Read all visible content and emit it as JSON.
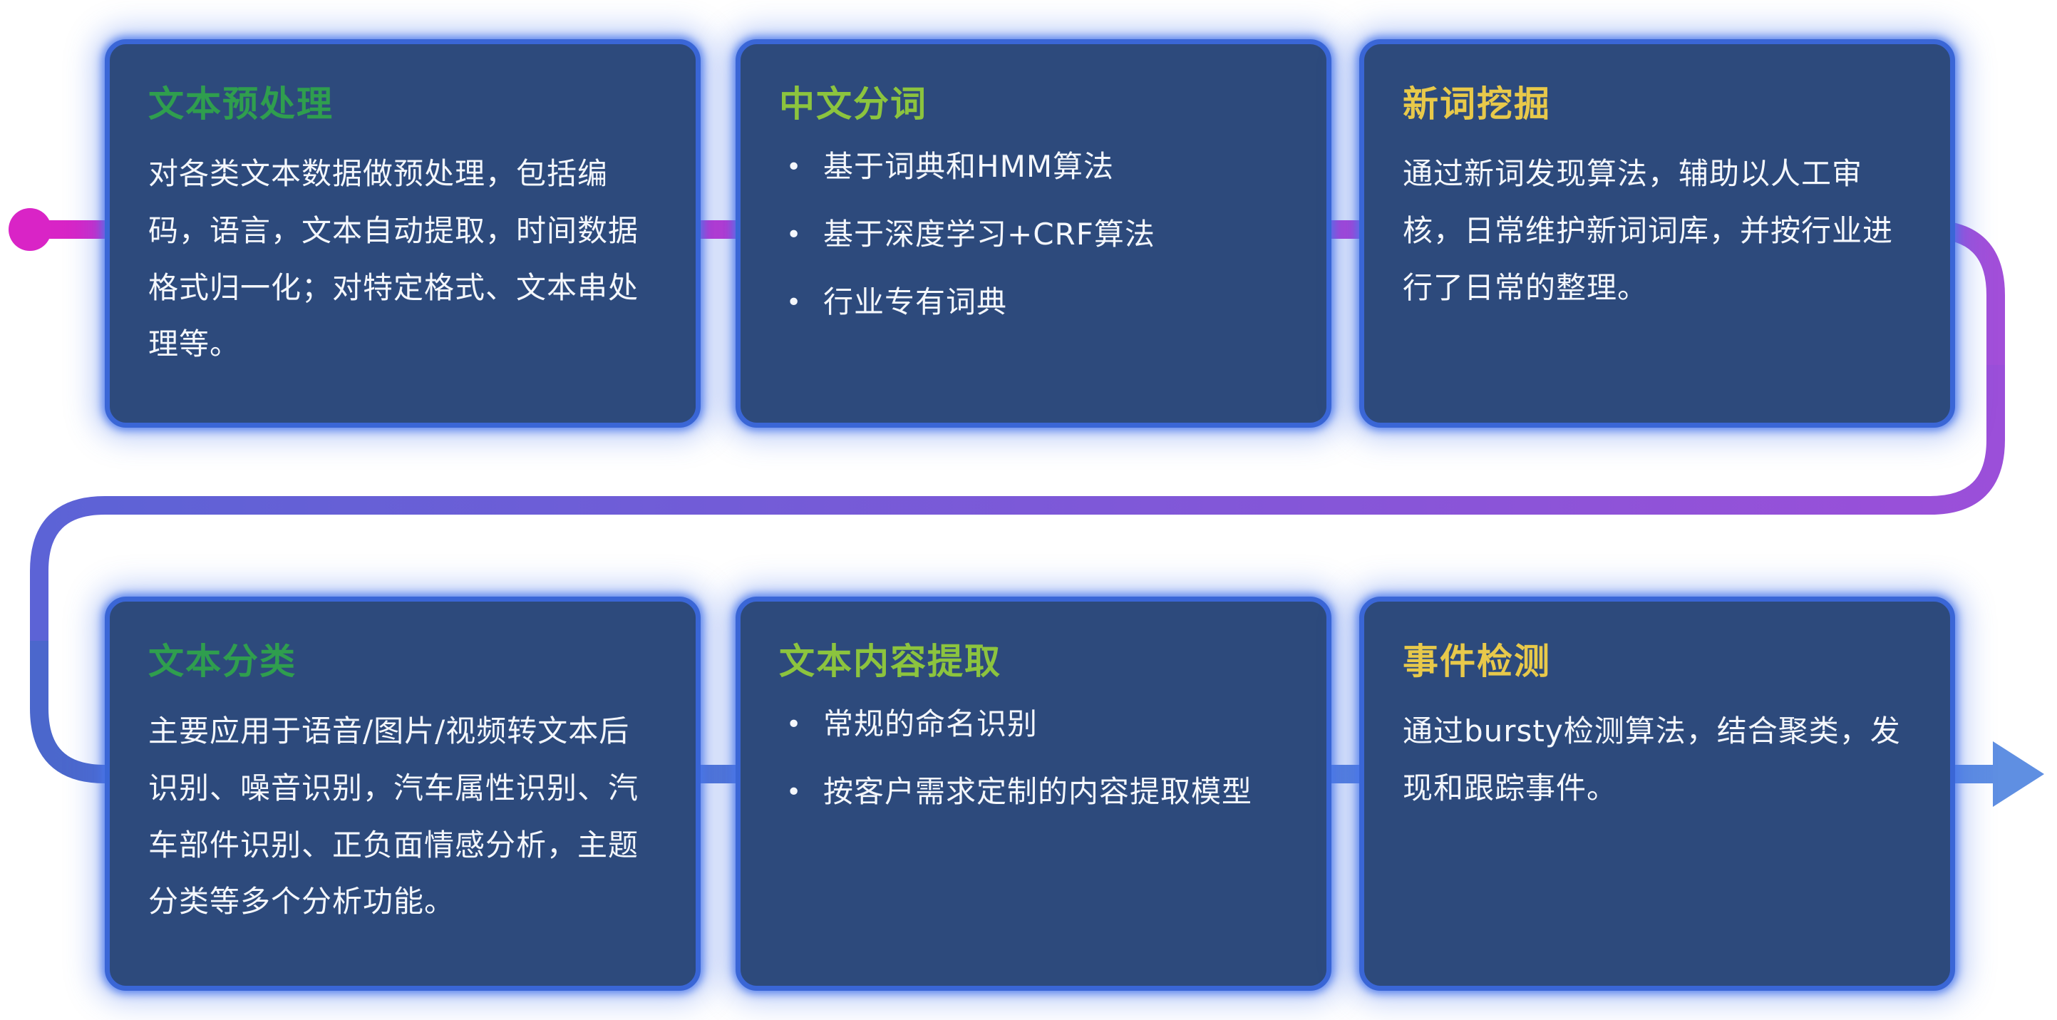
{
  "flow": {
    "start_dot_color": "#d924c6",
    "arrow_color": "#5f8fe2",
    "segment1": {
      "start": "#d924c6",
      "mid": "#c234d0",
      "end": "#a24fd9"
    },
    "segment2": {
      "start": "#9b4fd9",
      "end": "#5c63d6"
    },
    "segment3": {
      "start": "#4b67cc",
      "end": "#5e8de2"
    }
  },
  "cards": [
    {
      "title": "文本预处理",
      "title_color": "#2f9e4e",
      "body": "对各类文本数据做预处理，包括编码，语言，文本自动提取，时间数据格式归一化；对特定格式、文本串处理等。"
    },
    {
      "title": "中文分词",
      "title_color": "#8cc43e",
      "bullets": [
        "基于词典和HMM算法",
        "基于深度学习+CRF算法",
        "行业专有词典"
      ]
    },
    {
      "title": "新词挖掘",
      "title_color": "#e8c94a",
      "body": "通过新词发现算法，辅助以人工审核，日常维护新词词库，并按行业进行了日常的整理。"
    },
    {
      "title": "文本分类",
      "title_color": "#2f9e4e",
      "body": "主要应用于语音/图片/视频转文本后识别、噪音识别，汽车属性识别、汽车部件识别、正负面情感分析，主题分类等多个分析功能。"
    },
    {
      "title": "文本内容提取",
      "title_color": "#8cc43e",
      "bullets": [
        "常规的命名识别",
        "按客户需求定制的内容提取模型"
      ]
    },
    {
      "title": "事件检测",
      "title_color": "#e8c94a",
      "body": "通过bursty检测算法，结合聚类，发现和跟踪事件。"
    }
  ]
}
